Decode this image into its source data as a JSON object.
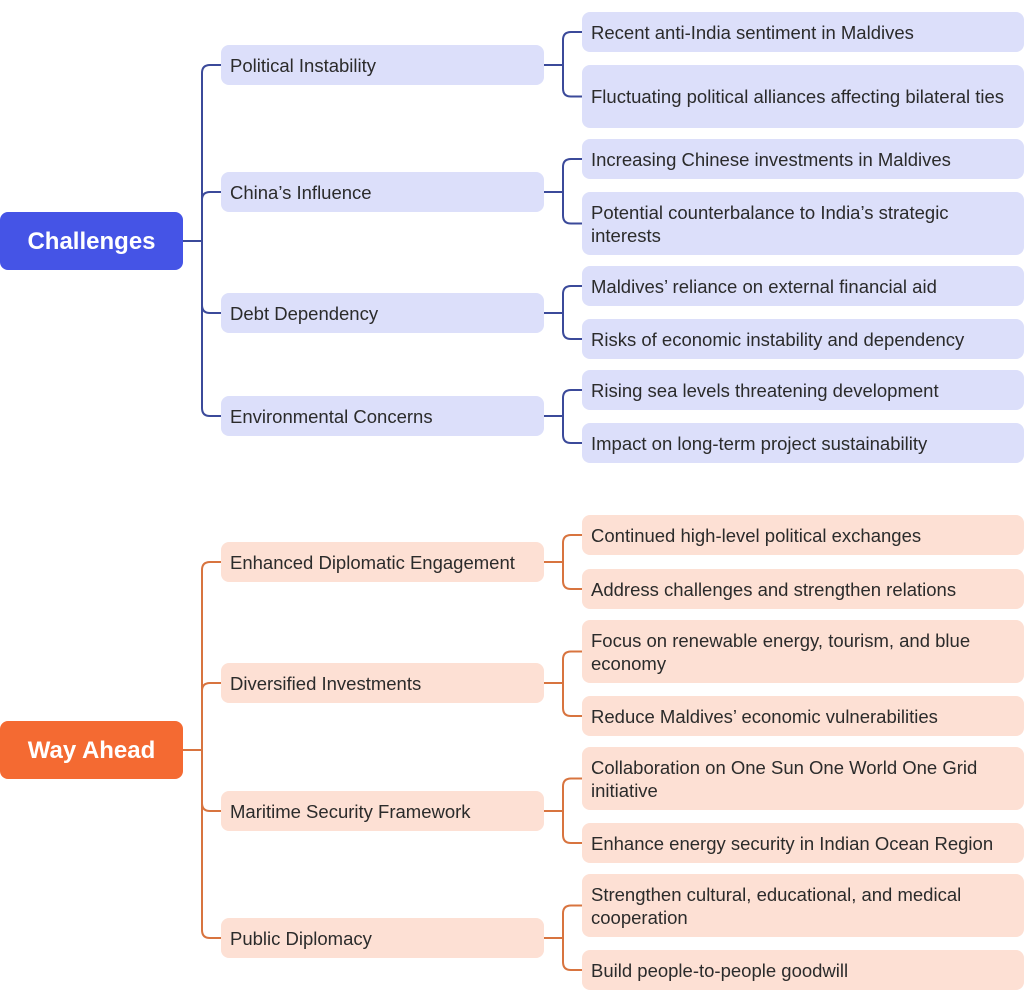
{
  "sections": [
    {
      "label": "Challenges",
      "branches": [
        {
          "label": "Political Instability",
          "items": [
            "Recent anti-India sentiment in Maldives",
            "Fluctuating political alliances affecting bilateral ties"
          ]
        },
        {
          "label": "China’s Influence",
          "items": [
            "Increasing Chinese investments in Maldives",
            "Potential counterbalance to India’s strategic interests"
          ]
        },
        {
          "label": "Debt Dependency",
          "items": [
            "Maldives’ reliance on external financial aid",
            "Risks of economic instability and dependency"
          ]
        },
        {
          "label": "Environmental Concerns",
          "items": [
            "Rising sea levels threatening development",
            "Impact on long-term project sustainability"
          ]
        }
      ]
    },
    {
      "label": "Way Ahead",
      "branches": [
        {
          "label": "Enhanced Diplomatic Engagement",
          "items": [
            "Continued high-level political exchanges",
            "Address challenges and strengthen relations"
          ]
        },
        {
          "label": "Diversified Investments",
          "items": [
            "Focus on renewable energy, tourism, and blue economy",
            "Reduce Maldives’ economic vulnerabilities"
          ]
        },
        {
          "label": "Maritime Security Framework",
          "items": [
            "Collaboration on One Sun One World One Grid initiative",
            "Enhance energy security in Indian Ocean Region"
          ]
        },
        {
          "label": "Public Diplomacy",
          "items": [
            "Strengthen cultural, educational, and medical cooperation",
            "Build people-to-people goodwill"
          ]
        }
      ]
    }
  ],
  "colors": {
    "challenges_root": "#4554e6",
    "challenges_node": "#dcdffa",
    "challenges_line": "#3b4a9a",
    "way_ahead_root": "#f46a32",
    "way_ahead_node": "#fde0d4",
    "way_ahead_line": "#d8743f"
  }
}
